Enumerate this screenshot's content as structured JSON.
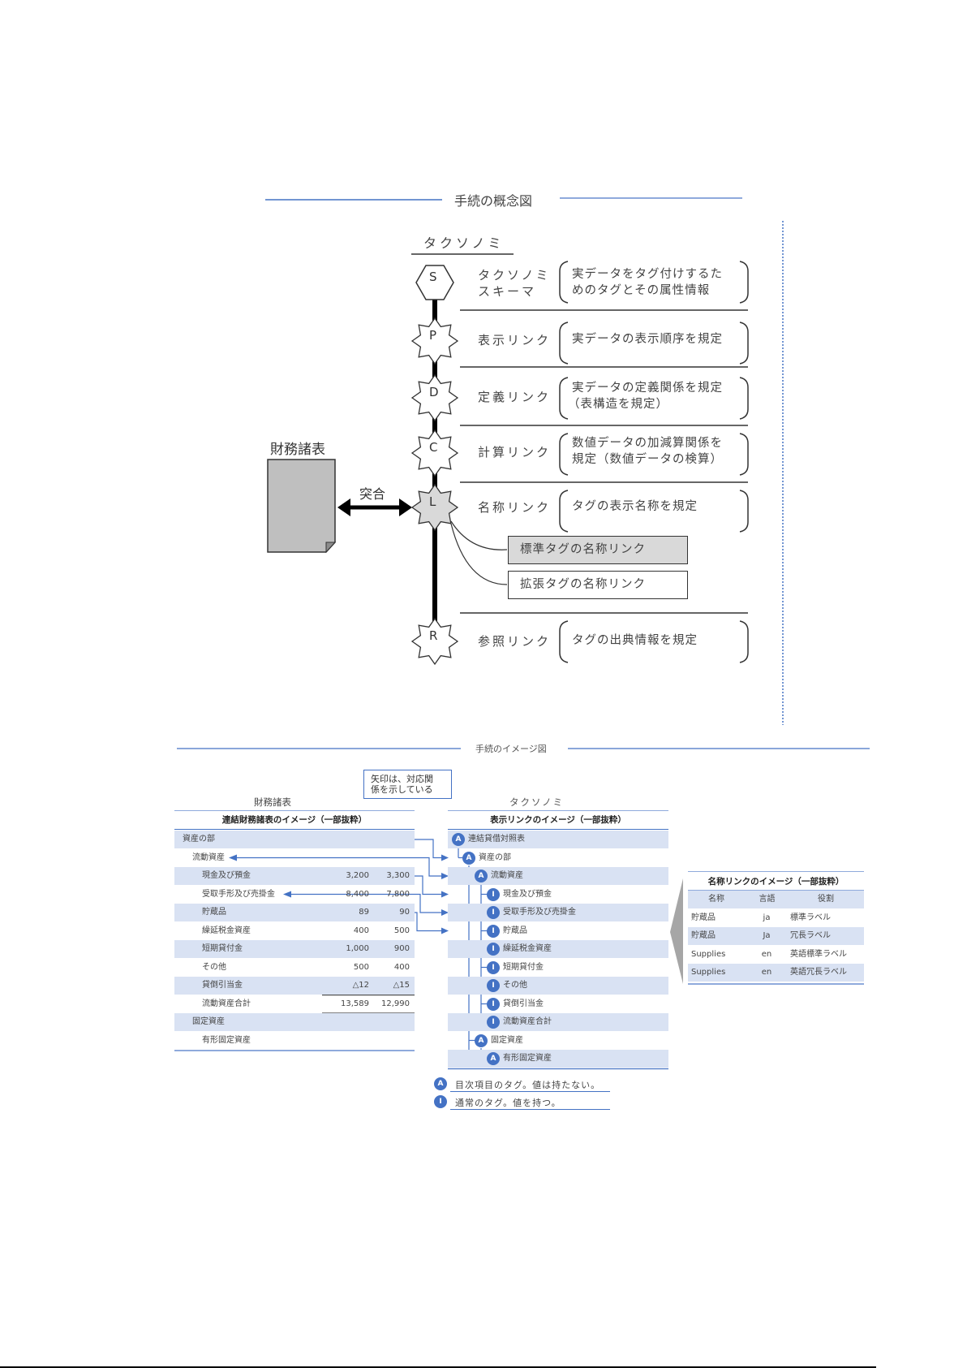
{
  "concept": {
    "title": "手続の概念図",
    "taxonomy_header": "タクソノミ",
    "financial_statements_label": "財務諸表",
    "match_label": "突合",
    "nodes": [
      {
        "letter": "S",
        "shape": "hexagon",
        "label": "タクソノミ\nスキーマ",
        "label_lines": [
          "タクソノミ",
          "スキーマ"
        ],
        "desc_lines": [
          "実データをタグ付けするた",
          "めのタグとその属性情報"
        ]
      },
      {
        "letter": "P",
        "shape": "star",
        "label_lines": [
          "表示リンク"
        ],
        "desc_lines": [
          "実データの表示順序を規定"
        ]
      },
      {
        "letter": "D",
        "shape": "star",
        "label_lines": [
          "定義リンク"
        ],
        "desc_lines": [
          "実データの定義関係を規定",
          "（表構造を規定）"
        ]
      },
      {
        "letter": "C",
        "shape": "star",
        "label_lines": [
          "計算リンク"
        ],
        "desc_lines": [
          "数値データの加減算関係を",
          "規定（数値データの検算）"
        ]
      },
      {
        "letter": "L",
        "shape": "star-filled",
        "label_lines": [
          "名称リンク"
        ],
        "desc_lines": [
          "タグの表示名称を規定"
        ]
      },
      {
        "letter": "R",
        "shape": "star",
        "label_lines": [
          "参照リンク"
        ],
        "desc_lines": [
          "タグの出典情報を規定"
        ]
      }
    ],
    "sub_links": [
      {
        "label": "標準タグの名称リンク",
        "filled": true
      },
      {
        "label": "拡張タグの名称リンク",
        "filled": false
      }
    ]
  },
  "image_section": {
    "title": "手続のイメージ図",
    "note": [
      "矢印は、対応関",
      "係を示している"
    ],
    "fs": {
      "header": "財務諸表",
      "title": "連結財務諸表のイメージ（一部抜粋）",
      "rows": [
        {
          "label": "資産の部",
          "indent": 0,
          "v1": "",
          "v2": "",
          "arrow": true
        },
        {
          "label": "流動資産",
          "indent": 1,
          "v1": "",
          "v2": "",
          "arrow": true
        },
        {
          "label": "現金及び預金",
          "indent": 2,
          "v1": "3,200",
          "v2": "3,300",
          "arrow": true
        },
        {
          "label": "受取手形及び売掛金",
          "indent": 2,
          "v1": "8,400",
          "v2": "7,800",
          "arrow": true
        },
        {
          "label": "貯蔵品",
          "indent": 2,
          "v1": "89",
          "v2": "90",
          "arrow": true
        },
        {
          "label": "繰延税金資産",
          "indent": 2,
          "v1": "400",
          "v2": "500",
          "arrow": false
        },
        {
          "label": "短期貸付金",
          "indent": 2,
          "v1": "1,000",
          "v2": "900",
          "arrow": false
        },
        {
          "label": "その他",
          "indent": 2,
          "v1": "500",
          "v2": "400",
          "arrow": false
        },
        {
          "label": "貸倒引当金",
          "indent": 2,
          "v1": "△12",
          "v2": "△15",
          "arrow": false
        },
        {
          "label": "流動資産合計",
          "indent": 2,
          "v1": "13,589",
          "v2": "12,990",
          "arrow": false
        },
        {
          "label": "固定資産",
          "indent": 1,
          "v1": "",
          "v2": "",
          "arrow": false
        },
        {
          "label": "有形固定資産",
          "indent": 2,
          "v1": "",
          "v2": "",
          "arrow": false
        }
      ]
    },
    "taxonomy": {
      "header": "タクソノミ",
      "title": "表示リンクのイメージ（一部抜粋）",
      "rows": [
        {
          "tag": "A",
          "label": "連結貸借対照表",
          "level": 0
        },
        {
          "tag": "A",
          "label": "資産の部",
          "level": 1
        },
        {
          "tag": "A",
          "label": "流動資産",
          "level": 2
        },
        {
          "tag": "I",
          "label": "現金及び預金",
          "level": 3
        },
        {
          "tag": "I",
          "label": "受取手形及び売掛金",
          "level": 3
        },
        {
          "tag": "I",
          "label": "貯蔵品",
          "level": 3
        },
        {
          "tag": "I",
          "label": "繰延税金資産",
          "level": 3
        },
        {
          "tag": "I",
          "label": "短期貸付金",
          "level": 3
        },
        {
          "tag": "I",
          "label": "その他",
          "level": 3
        },
        {
          "tag": "I",
          "label": "貸倒引当金",
          "level": 3
        },
        {
          "tag": "I",
          "label": "流動資産合計",
          "level": 3
        },
        {
          "tag": "A",
          "label": "固定資産",
          "level": 2
        },
        {
          "tag": "A",
          "label": "有形固定資産",
          "level": 3
        }
      ],
      "legend": [
        {
          "tag": "A",
          "text": "目次項目のタグ。値は持たない。"
        },
        {
          "tag": "I",
          "text": "通常のタグ。値を持つ。"
        }
      ]
    },
    "name_link": {
      "title": "名称リンクのイメージ（一部抜粋）",
      "columns": [
        "名称",
        "言語",
        "役割"
      ],
      "rows": [
        [
          "貯蔵品",
          "ja",
          "標準ラベル"
        ],
        [
          "貯蔵品",
          "Ja",
          "冗長ラベル"
        ],
        [
          "Supplies",
          "en",
          "英語標準ラベル"
        ],
        [
          "Supplies",
          "en",
          "英語冗長ラベル"
        ]
      ]
    }
  },
  "colors": {
    "accent": "#4472c4",
    "row_alt": "#d9e2f3",
    "doc_fill": "#bfbfbf",
    "node_filled": "#d9d9d9"
  }
}
